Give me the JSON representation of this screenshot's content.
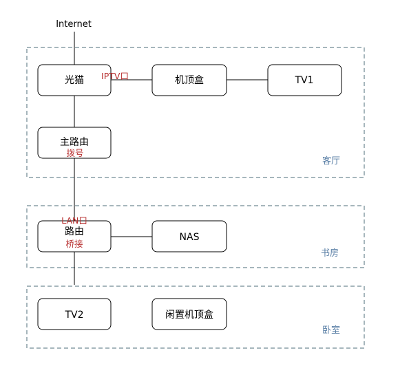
{
  "colors": {
    "line": "#000000",
    "zone_border": "#4d6d7a",
    "zone_label": "#5a7fa6",
    "annotation": "#b83232",
    "node_fill": "#ffffff"
  },
  "internet": {
    "label": "Internet"
  },
  "zones": {
    "living_room": {
      "label": "客厅"
    },
    "study": {
      "label": "书房"
    },
    "bedroom": {
      "label": "卧室"
    }
  },
  "nodes": {
    "modem": {
      "label": "光猫"
    },
    "set_top_box": {
      "label": "机顶盒"
    },
    "tv1": {
      "label": "TV1"
    },
    "main_router": {
      "label": "主路由"
    },
    "router": {
      "label": "路由"
    },
    "nas": {
      "label": "NAS"
    },
    "tv2": {
      "label": "TV2"
    },
    "idle_set_top_box": {
      "label": "闲置机顶盒"
    }
  },
  "annotations": {
    "iptv_port": "IPTV口",
    "dialing": "拨号",
    "lan_port": "LAN口",
    "bridging": "桥接"
  }
}
